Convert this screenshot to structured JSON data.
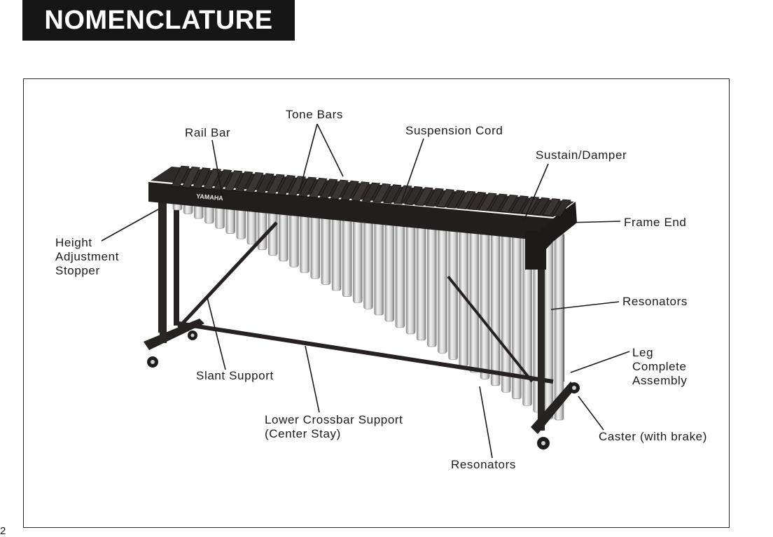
{
  "page": {
    "title": "NOMENCLATURE",
    "page_number": "2"
  },
  "instrument": {
    "brand": "YAMAHA"
  },
  "labels": {
    "tone_bars": "Tone Bars",
    "rail_bar": "Rail Bar",
    "suspension_cord": "Suspension Cord",
    "sustain_damper": "Sustain/Damper",
    "frame_end": "Frame End",
    "height_adjustment_stopper": [
      "Height",
      "Adjustment",
      "Stopper"
    ],
    "resonators_right": "Resonators",
    "leg_complete_assembly": [
      "Leg",
      "Complete",
      "Assembly"
    ],
    "slant_support": "Slant Support",
    "lower_crossbar_support": [
      "Lower Crossbar Support",
      "(Center Stay)"
    ],
    "caster": "Caster (with brake)",
    "resonators_bottom": "Resonators"
  },
  "colors": {
    "ink": "#161616",
    "frame_wood": "#2a2626",
    "bar_top": "#3a3535",
    "resonator_light": "#e4e4e4",
    "resonator_dark": "#9a9a9a",
    "background": "#ffffff"
  }
}
